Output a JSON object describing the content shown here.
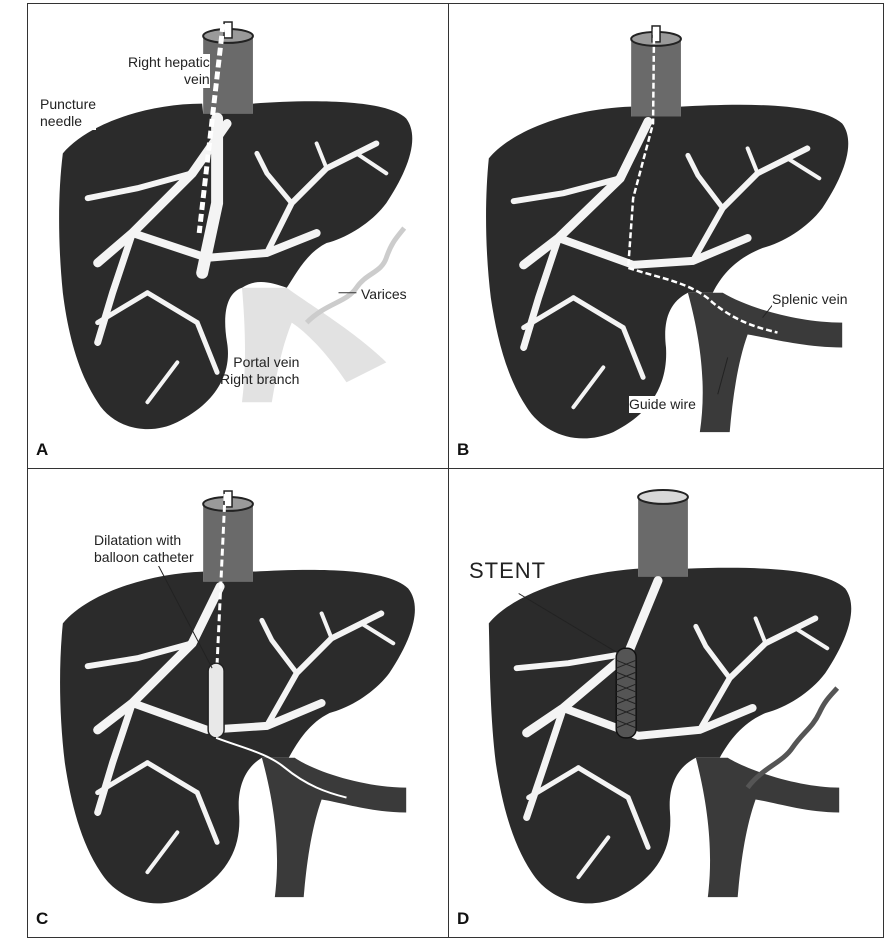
{
  "panels": {
    "a": {
      "letter": "A",
      "labels": {
        "right_hepatic_vein_1": "Right hepatic",
        "right_hepatic_vein_2": "vein",
        "puncture_needle_1": "Puncture",
        "puncture_needle_2": "needle",
        "varices": "Varices",
        "portal_vein_1": "Portal vein",
        "portal_vein_2": "Right branch"
      }
    },
    "b": {
      "letter": "B",
      "labels": {
        "splenic_vein": "Splenic vein",
        "guide_wire": "Guide wire"
      }
    },
    "c": {
      "letter": "C",
      "labels": {
        "dilatation_1": "Dilatation with",
        "dilatation_2": "balloon catheter"
      }
    },
    "d": {
      "letter": "D",
      "labels": {
        "stent": "STENT"
      }
    }
  },
  "colors": {
    "liver": "#2b2b2b",
    "vessel": "#f4f4f4",
    "vein_tube": "#6a6a6a",
    "portal_trunk": "#3a3a3a",
    "border": "#333333"
  }
}
